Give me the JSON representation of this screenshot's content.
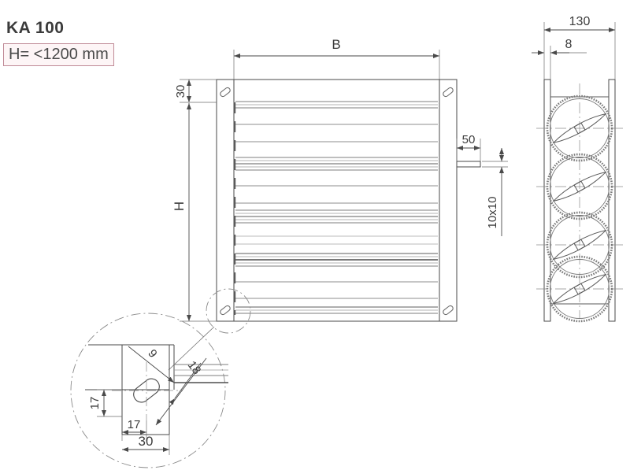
{
  "drawing": {
    "title": "KA 100",
    "height_note": "H= <1200 mm",
    "note_border_color": "#c08a96",
    "note_fill_color": "#fdf5f6",
    "line_color": "#4a4a4a",
    "blade_color": "#6b6b6b"
  },
  "front_view": {
    "name": "front-view",
    "width_dim_label": "B",
    "height_dim_label": "H",
    "top_margin_dim": "30",
    "shaft_length_dim": "50",
    "shaft_section_dim": "10x10",
    "blade_groups": 4,
    "corner_holes": 4
  },
  "side_view": {
    "name": "side-view",
    "overall_depth_dim": "130",
    "frame_thickness_dim": "8",
    "blade_count": 4
  },
  "detail_view": {
    "name": "detail-view",
    "slot_width_dim": "9",
    "slot_length_dim": "18",
    "edge_distance_vertical_dim": "17",
    "edge_distance_horizontal_dim": "17",
    "flange_width_dim": "30"
  }
}
